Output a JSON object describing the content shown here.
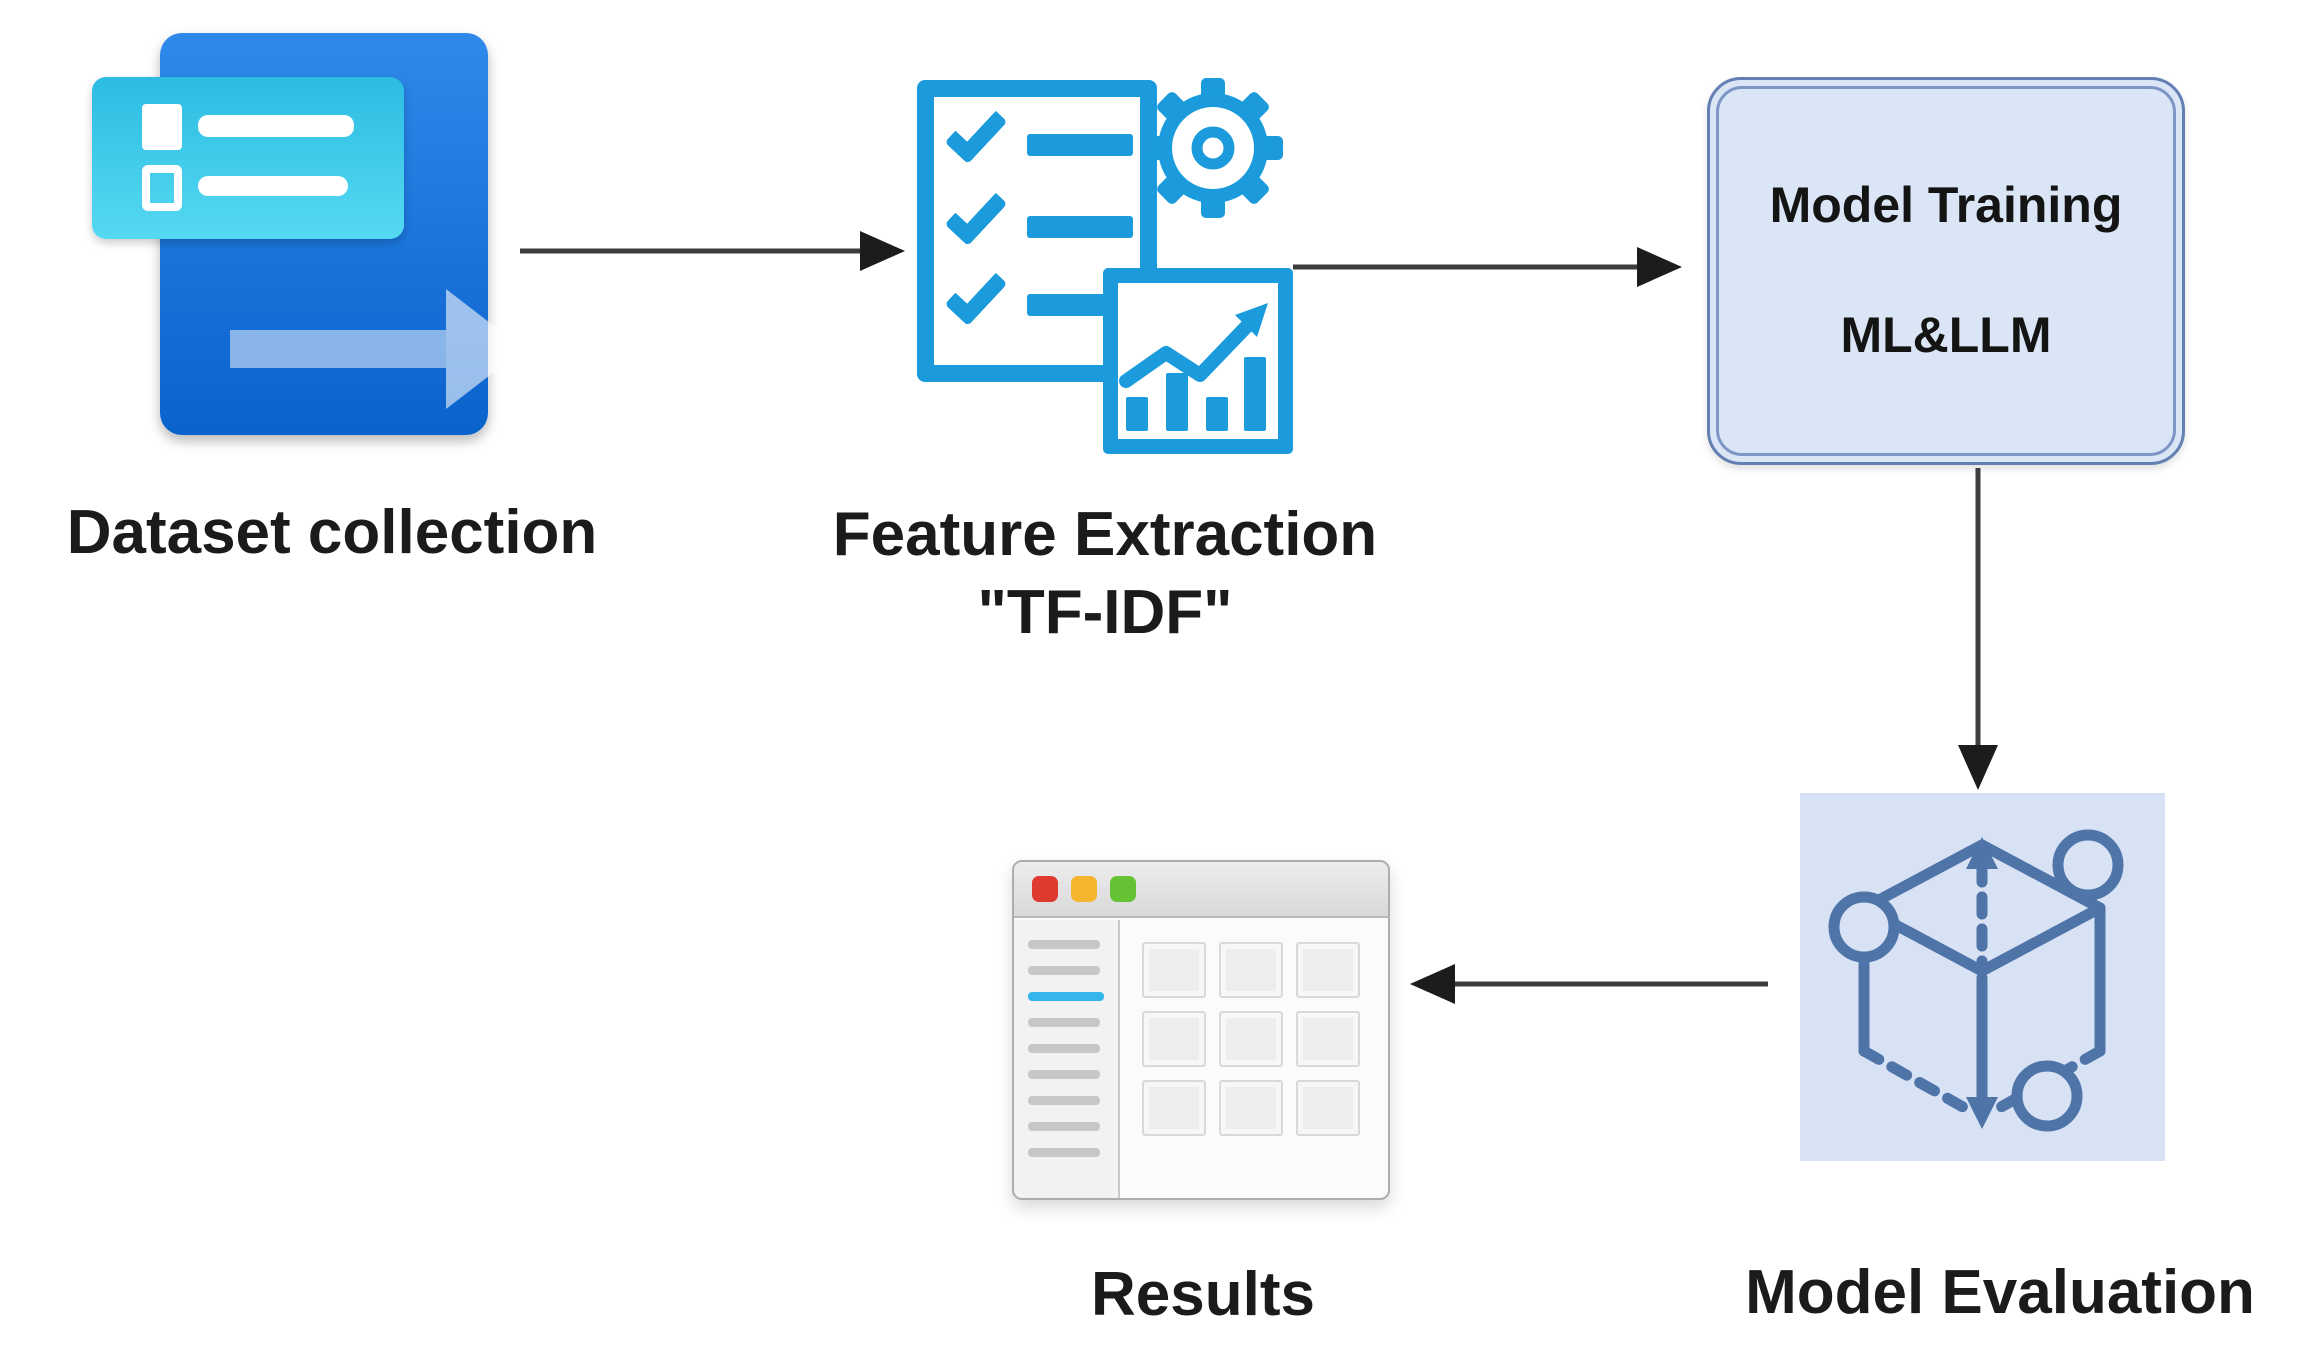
{
  "nodes": {
    "dataset": {
      "label": "Dataset collection",
      "icon": "dataset-collection-icon"
    },
    "feature": {
      "label": "Feature Extraction",
      "sublabel": "\"TF-IDF\"",
      "icon": "feature-extraction-icon"
    },
    "training": {
      "title": "Model Training",
      "subtitle": "ML&LLM"
    },
    "evaluation": {
      "label": "Model Evaluation",
      "icon": "model-evaluation-cube-icon"
    },
    "results": {
      "label": "Results",
      "icon": "results-window-icon"
    }
  },
  "edges": [
    {
      "from": "dataset",
      "to": "feature",
      "direction": "right"
    },
    {
      "from": "feature",
      "to": "training",
      "direction": "right"
    },
    {
      "from": "training",
      "to": "evaluation",
      "direction": "down"
    },
    {
      "from": "evaluation",
      "to": "results",
      "direction": "left"
    }
  ],
  "colors": {
    "background": "#FFFFFF",
    "arrow": "#3D3D3D",
    "arrow_head": "#1C1C1C",
    "dataset_blue_top": "#2F89EA",
    "dataset_blue_bottom": "#0A62CC",
    "card_cyan_top": "#2CBCE2",
    "card_cyan_bottom": "#55D9F3",
    "feature_blue": "#1B9BDC",
    "training_fill": "#DAE5F6",
    "training_border_outer": "#647FB3",
    "training_border_inner": "#7D96C5",
    "evaluation_fill": "#D7E2F4",
    "cube_stroke": "#4F74A8",
    "label_text": "#1B1B1B",
    "sidebar_line_active": "#35B5EA"
  }
}
